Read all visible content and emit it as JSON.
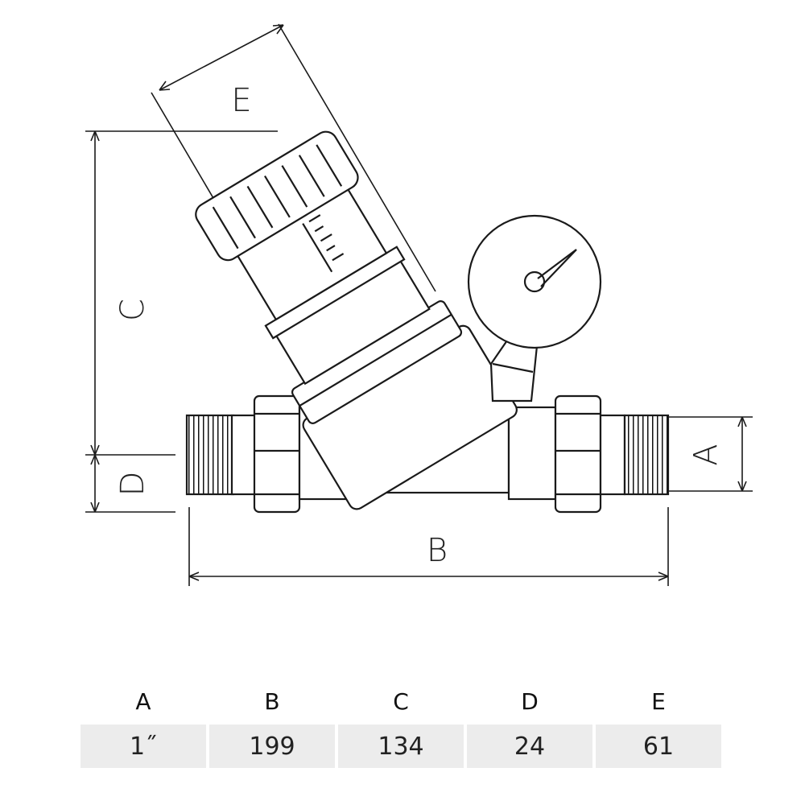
{
  "drawing": {
    "dimension_labels": {
      "A": "A",
      "B": "B",
      "C": "C",
      "D": "D",
      "E": "E"
    },
    "line_color": "#1a1a1a"
  },
  "table": {
    "headers": [
      "A",
      "B",
      "C",
      "D",
      "E"
    ],
    "values": [
      "1˝",
      "199",
      "134",
      "24",
      "61"
    ],
    "cell_background": "#ececec"
  }
}
